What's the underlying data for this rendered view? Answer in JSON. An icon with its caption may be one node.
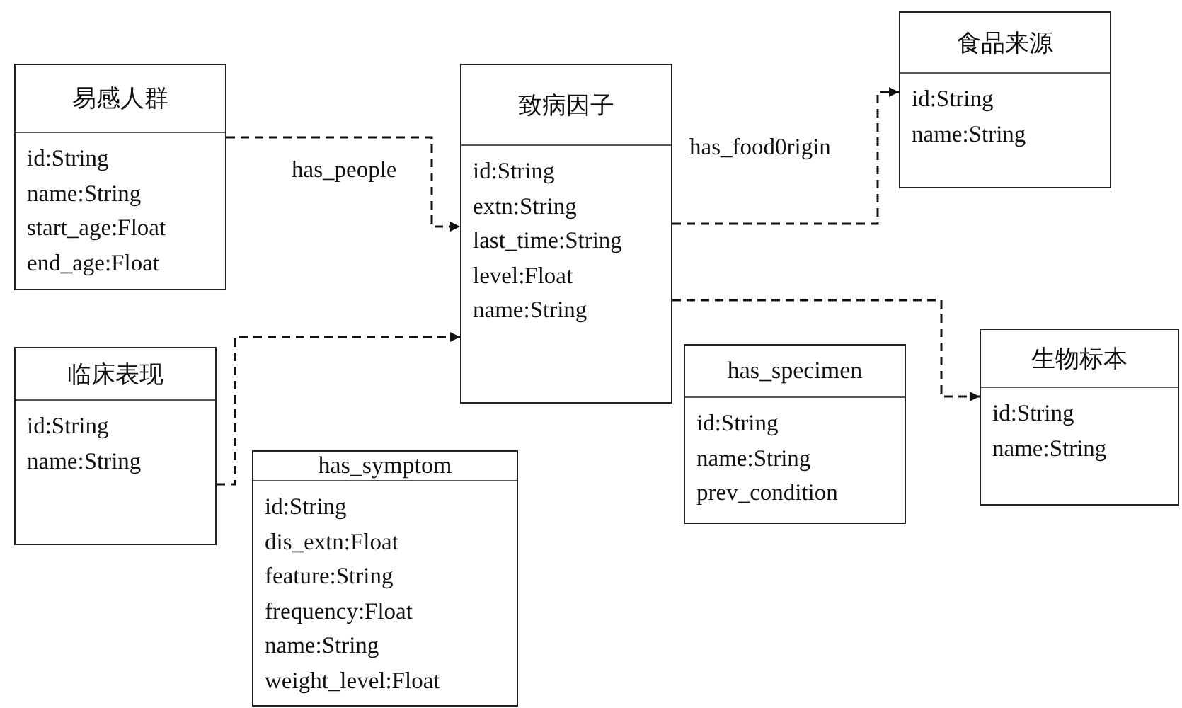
{
  "diagram": {
    "nodes": [
      {
        "text": [
          "易感人群",
          "id:String",
          "name:String",
          "start_age:Float",
          "end_age:Float"
        ]
      },
      {
        "text": [
          "致病因子",
          "id:String",
          "extn:String",
          "last_time:String",
          "level:Float",
          "name:String"
        ]
      },
      {
        "text": [
          "食品来源",
          "id:String",
          "name:String"
        ]
      },
      {
        "text": [
          "临床表现",
          "id:String",
          "name:String"
        ]
      },
      {
        "text": [
          "has_symptom",
          "id:String",
          "dis_extn:Float",
          "feature:String",
          "frequency:Float",
          "name:String",
          "weight_level:Float"
        ]
      },
      {
        "text": [
          "has_specimen",
          "id:String",
          "name:String",
          "prev_condition"
        ]
      },
      {
        "text": [
          "生物标本",
          "id:String",
          "name:String"
        ]
      }
    ],
    "edges": [
      {
        "from": 0,
        "to": 1,
        "arrow": "to",
        "label": "has_people",
        "style": "dashed"
      },
      {
        "from": 1,
        "to": 2,
        "arrow": "to",
        "label": "has_food0rigin",
        "style": "dashed"
      },
      {
        "from": 3,
        "to": 1,
        "arrow": "to",
        "style": "dashed"
      },
      {
        "from": 1,
        "to": 6,
        "arrow": "to",
        "style": "dashed"
      }
    ]
  }
}
